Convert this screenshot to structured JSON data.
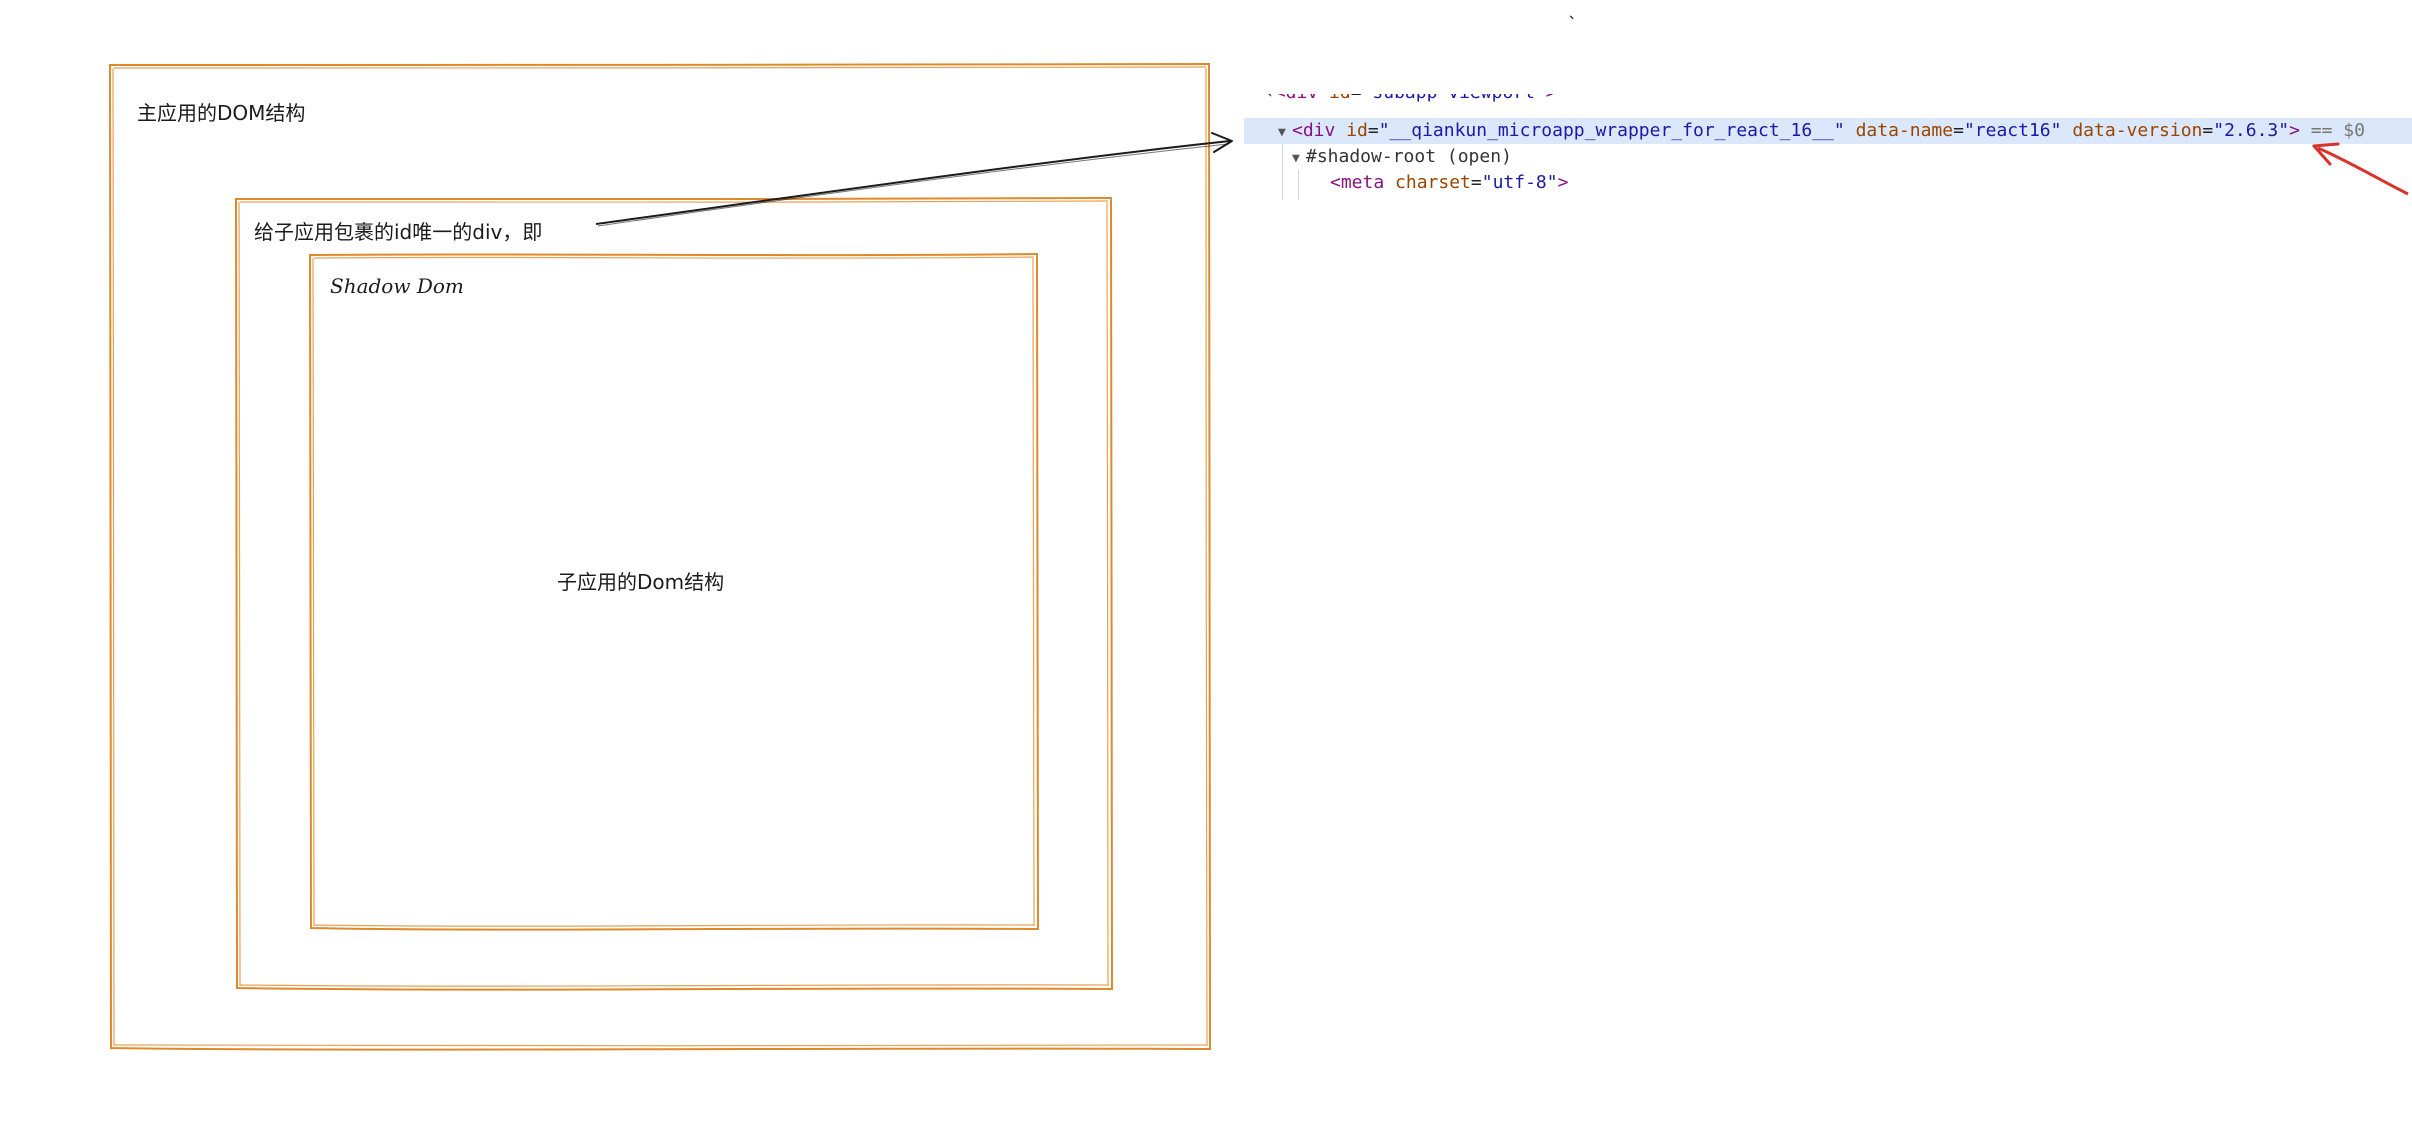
{
  "diagram": {
    "main_app_label": "主应用的DOM结构",
    "wrapper_label": "给子应用包裹的id唯一的div，即",
    "shadow_label": "Shadow Dom",
    "sub_app_label": "子应用的Dom结构",
    "stray_mark": "`",
    "box_color": "#e0892c",
    "arrow_color": "#1b1b1b",
    "pointer_color": "#d9342b"
  },
  "devtools": {
    "line0": {
      "prefix": "‹",
      "tag_open": "<div ",
      "attr": "id",
      "eq": "=",
      "val": "\"subapp-viewport\"",
      "tag_close": ">"
    },
    "line1": {
      "tag_open": "<div ",
      "attr1": "id",
      "val1": "\"__qiankun_microapp_wrapper_for_react_16__\"",
      "attr2": "data-name",
      "val2": "\"react16\"",
      "attr3": "data-version",
      "val3": "\"2.6.3\"",
      "tag_close": ">",
      "suffix": "== $0"
    },
    "line2": {
      "text": "#shadow-root (open)"
    },
    "line3": {
      "tag_open": "<meta ",
      "attr": "charset",
      "val": "\"utf-8\"",
      "tag_close": ">"
    },
    "expand_icon": "▼"
  }
}
